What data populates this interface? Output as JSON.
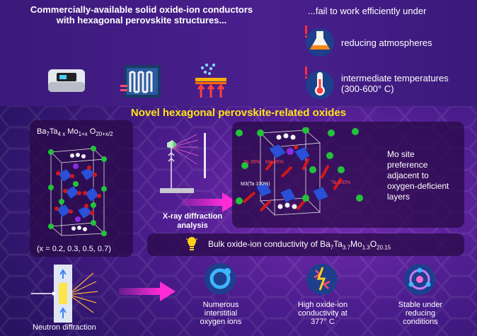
{
  "top": {
    "left_title": "Commercially-available solid oxide-ion conductors with hexagonal perovskite structures...",
    "right_title": "...fail to work efficiently under",
    "conditions": [
      "reducing atmospheres",
      "intermediate temperatures",
      "(300-600° C)"
    ]
  },
  "middle": {
    "title": "Novel hexagonal perovskite-related oxides",
    "formula": {
      "base": "Ba",
      "s1": "7",
      "ta": "Ta",
      "s2": "4 x",
      "mo": "Mo",
      "s3": "1+x",
      "o": "O",
      "s4": "20+x/2"
    },
    "x_values": "(x = 0.2, 0.3, 0.5, 0.7)",
    "xrd_label": [
      "X-ray diffraction",
      "analysis"
    ],
    "site_labels": {
      "ta35": "Ta 35%",
      "mo65": "Mo 65%",
      "m3": "M3(Ta 100%)",
      "ta100": "Ta 100%"
    },
    "mo_preference": [
      "Mo site",
      "preference",
      "adjacent to",
      "oxygen-deficient",
      "layers"
    ],
    "bulk": {
      "prefix": "Bulk oxide-ion conductivity of Ba",
      "s1": "7",
      "ta": "Ta",
      "s2": "3.7",
      "mo": "Mo",
      "s3": "1.3",
      "o": "O",
      "s4": "20.15"
    }
  },
  "bottom": {
    "neutron_label": "Neutron diffraction",
    "features": [
      [
        "Numerous",
        "interstitial",
        "oxygen ions"
      ],
      [
        "High oxide-ion",
        "conductivity at",
        "377° C"
      ],
      [
        "Stable under",
        "reducing",
        "conditions"
      ]
    ]
  },
  "colors": {
    "highlight_yellow": "#ffe31a",
    "arrow_magenta": "#ff2bd6",
    "panel_bg": "#2a0a46",
    "ba_green": "#22c33a",
    "oxygen_red": "#d01818",
    "polyhedra_blue": "#2b4fd6"
  },
  "icons": [
    "pulse-oximeter-icon",
    "heater-icon",
    "fuel-cell-icon",
    "flask-icon",
    "thermometer-icon",
    "lightbulb-icon",
    "oxygen-ion-icon",
    "conductivity-icon",
    "stability-icon"
  ]
}
